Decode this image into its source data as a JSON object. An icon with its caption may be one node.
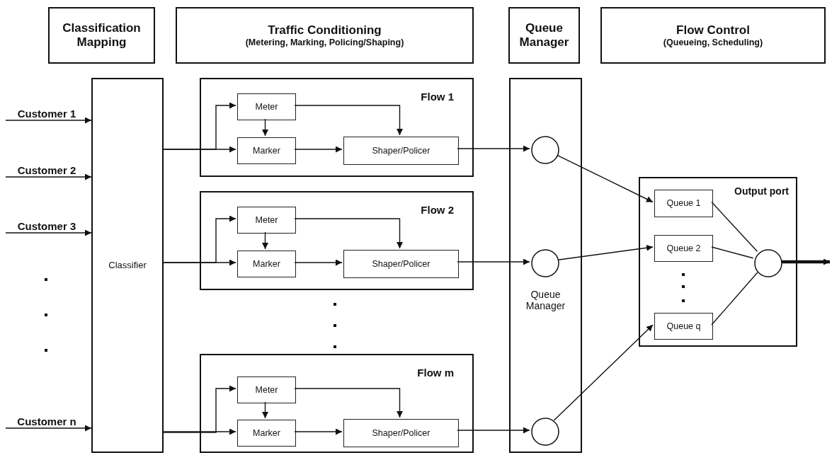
{
  "diagram": {
    "nodes": [
      {
        "text": [
          "Classification Mapping"
        ]
      },
      {
        "text": [
          "Traffic Conditioning",
          "(Metering, Marking, Policing/Shaping)"
        ]
      },
      {
        "text": [
          "Queue Manager"
        ]
      },
      {
        "text": [
          "Flow Control",
          "(Queueing, Scheduling)"
        ]
      },
      {
        "text": [
          "Customer 1"
        ]
      },
      {
        "text": [
          "Customer 2"
        ]
      },
      {
        "text": [
          "Customer 3"
        ]
      },
      {
        "text": [
          "Customer n"
        ]
      },
      {
        "text": [
          "Classifier"
        ]
      },
      {
        "text": [
          "Flow 1"
        ]
      },
      {
        "text": [
          "Meter"
        ],
        "in": 9
      },
      {
        "text": [
          "Marker"
        ],
        "in": 9
      },
      {
        "text": [
          "Shaper/Policer"
        ],
        "in": 9
      },
      {
        "text": [
          "Flow 2"
        ]
      },
      {
        "text": [
          "Meter"
        ],
        "in": 13
      },
      {
        "text": [
          "Marker"
        ],
        "in": 13
      },
      {
        "text": [
          "Shaper/Policer"
        ],
        "in": 13
      },
      {
        "text": [
          "Flow m"
        ]
      },
      {
        "text": [
          "Meter"
        ],
        "in": 17
      },
      {
        "text": [
          "Marker"
        ],
        "in": 17
      },
      {
        "text": [
          "Shaper/Policer"
        ],
        "in": 17
      },
      {
        "text": [
          "Queue Manager"
        ]
      },
      {
        "text": [],
        "shape": "circle",
        "in": 21
      },
      {
        "text": [],
        "shape": "circle",
        "in": 21
      },
      {
        "text": [],
        "shape": "circle",
        "in": 21
      },
      {
        "text": [
          "Output port"
        ]
      },
      {
        "text": [
          "Queue 1"
        ],
        "in": 25
      },
      {
        "text": [
          "Queue 2"
        ],
        "in": 25
      },
      {
        "text": [
          "Queue q"
        ],
        "in": 25
      },
      {
        "text": [],
        "shape": "circle",
        "in": 25
      }
    ],
    "edges": [
      {
        "from": 4,
        "to": 8,
        "arrow": "to"
      },
      {
        "from": 5,
        "to": 8,
        "arrow": "to"
      },
      {
        "from": 6,
        "to": 8,
        "arrow": "to"
      },
      {
        "from": 7,
        "to": 8,
        "arrow": "to"
      },
      {
        "from": 8,
        "to": 10,
        "arrow": "to"
      },
      {
        "from": 8,
        "to": 11,
        "arrow": "to"
      },
      {
        "from": 10,
        "to": 11,
        "arrow": "to"
      },
      {
        "from": 10,
        "to": 12,
        "arrow": "to"
      },
      {
        "from": 11,
        "to": 12,
        "arrow": "to"
      },
      {
        "from": 12,
        "to": 22,
        "arrow": "to"
      },
      {
        "from": 8,
        "to": 14,
        "arrow": "to"
      },
      {
        "from": 8,
        "to": 15,
        "arrow": "to"
      },
      {
        "from": 14,
        "to": 15,
        "arrow": "to"
      },
      {
        "from": 14,
        "to": 16,
        "arrow": "to"
      },
      {
        "from": 15,
        "to": 16,
        "arrow": "to"
      },
      {
        "from": 16,
        "to": 23,
        "arrow": "to"
      },
      {
        "from": 8,
        "to": 18,
        "arrow": "to"
      },
      {
        "from": 8,
        "to": 19,
        "arrow": "to"
      },
      {
        "from": 18,
        "to": 19,
        "arrow": "to"
      },
      {
        "from": 18,
        "to": 20,
        "arrow": "to"
      },
      {
        "from": 19,
        "to": 20,
        "arrow": "to"
      },
      {
        "from": 20,
        "to": 24,
        "arrow": "to"
      },
      {
        "from": 22,
        "to": 26,
        "arrow": "to"
      },
      {
        "from": 23,
        "to": 27,
        "arrow": "to"
      },
      {
        "from": 24,
        "to": 28,
        "arrow": "to"
      },
      {
        "from": 26,
        "to": 29,
        "arrow": "none"
      },
      {
        "from": 27,
        "to": 29,
        "arrow": "none"
      },
      {
        "from": 28,
        "to": 29,
        "arrow": "none"
      },
      {
        "from": 29,
        "to": null,
        "arrow": "to",
        "style": "thick"
      }
    ]
  }
}
